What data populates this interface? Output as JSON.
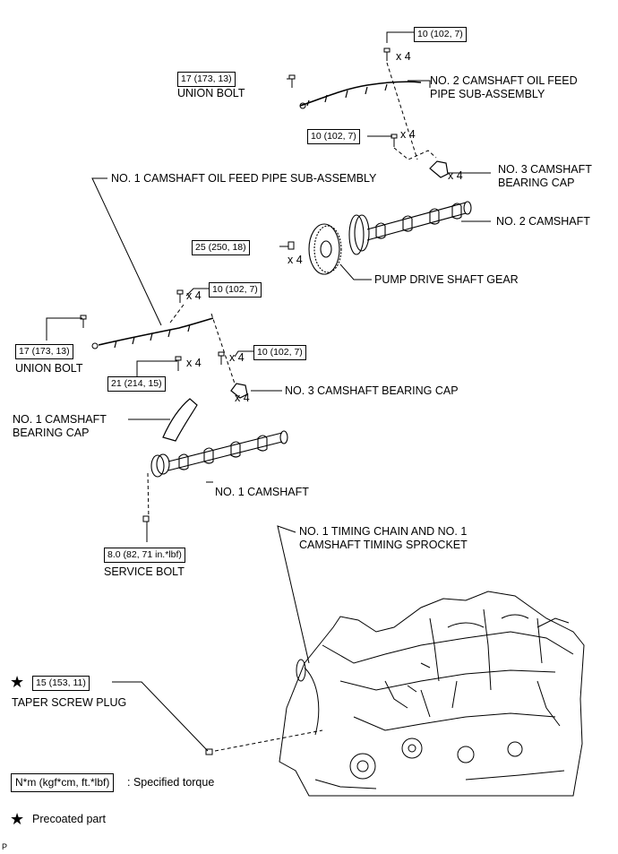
{
  "torque_specs": {
    "t10_top": "10 (102, 7)",
    "t17_union_top": "17 (173, 13)",
    "t10_mid": "10 (102, 7)",
    "t25_pump": "25 (250, 18)",
    "t10_left": "10 (102, 7)",
    "t17_union_left": "17 (173, 13)",
    "t10_cap3_lower": "10 (102, 7)",
    "t21_cap1": "21 (214, 15)",
    "t8_service": "8.0 (82, 71 in.*lbf)",
    "t15_plug": "15 (153, 11)"
  },
  "quantities": {
    "q_top": "x 4",
    "q_mid": "x 4",
    "q_cap3_top": "x 4",
    "q_pump": "x 4",
    "q_left": "x 4",
    "q_cap3_lower_bolt": "x 4",
    "q_cap1": "x 4",
    "q_cap3_lower": "x 4"
  },
  "labels": {
    "union_bolt_top": "UNION BOLT",
    "no2_feed_pipe_line1": "NO. 2 CAMSHAFT OIL FEED",
    "no2_feed_pipe_line2": "PIPE SUB-ASSEMBLY",
    "no3_cap_top_line1": "NO. 3 CAMSHAFT",
    "no3_cap_top_line2": "BEARING CAP",
    "no1_feed_pipe": "NO. 1 CAMSHAFT OIL FEED PIPE SUB-ASSEMBLY",
    "no2_camshaft": "NO. 2 CAMSHAFT",
    "pump_drive_gear": "PUMP DRIVE SHAFT GEAR",
    "union_bolt_left": "UNION BOLT",
    "no3_cap_lower": "NO. 3 CAMSHAFT BEARING CAP",
    "no1_cap_line1": "NO. 1 CAMSHAFT",
    "no1_cap_line2": "BEARING CAP",
    "no1_camshaft": "NO. 1 CAMSHAFT",
    "service_bolt": "SERVICE BOLT",
    "timing_chain_line1": "NO. 1 TIMING CHAIN AND NO. 1",
    "timing_chain_line2": "CAMSHAFT TIMING SPROCKET",
    "taper_plug": "TAPER SCREW PLUG"
  },
  "legend": {
    "torque_unit": "N*m (kgf*cm, ft.*lbf)",
    "torque_desc": ": Specified torque",
    "precoated": "Precoated part",
    "star_icon": "★"
  },
  "footer_code": "P"
}
